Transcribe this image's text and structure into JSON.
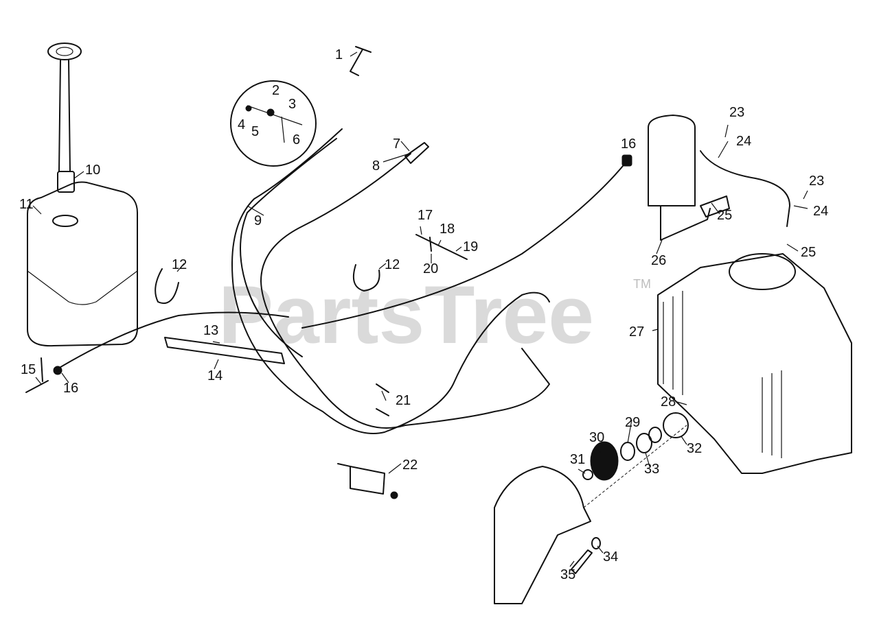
{
  "watermark": {
    "text": "PartsTree",
    "mark": "TM"
  },
  "callouts": [
    "1",
    "2",
    "3",
    "4",
    "5",
    "6",
    "7",
    "8",
    "9",
    "10",
    "11",
    "12",
    "12",
    "13",
    "14",
    "15",
    "16",
    "16",
    "17",
    "18",
    "19",
    "20",
    "21",
    "22",
    "23",
    "23",
    "24",
    "24",
    "25",
    "25",
    "26",
    "27",
    "28",
    "29",
    "30",
    "31",
    "32",
    "33",
    "34",
    "35"
  ]
}
